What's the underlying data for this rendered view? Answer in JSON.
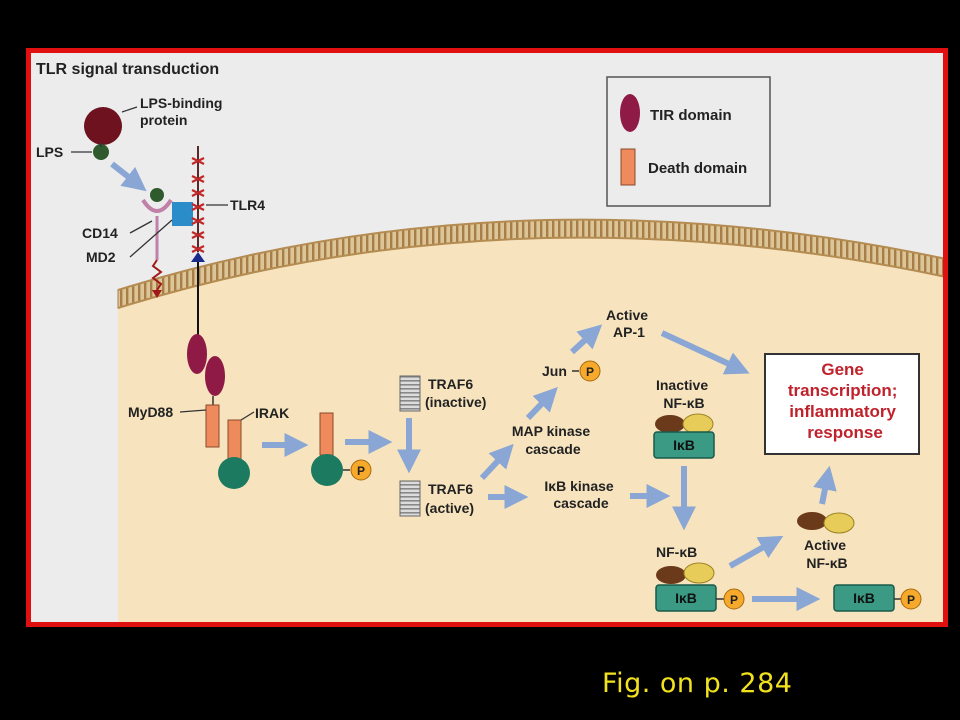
{
  "title": "TLR signal transduction",
  "legend": {
    "tir": "TIR domain",
    "death": "Death domain"
  },
  "labels": {
    "lps_binding_protein": [
      "LPS-binding",
      "protein"
    ],
    "lps": "LPS",
    "cd14": "CD14",
    "md2": "MD2",
    "tlr4": "TLR4",
    "myd88": "MyD88",
    "irak": "IRAK",
    "traf6_inactive": [
      "TRAF6",
      "(inactive)"
    ],
    "traf6_active": [
      "TRAF6",
      "(active)"
    ],
    "map_kinase": [
      "MAP kinase",
      "cascade"
    ],
    "ikb_kinase": [
      "IκB kinase",
      "cascade"
    ],
    "jun": "Jun",
    "active_ap1": [
      "Active",
      "AP-1"
    ],
    "inactive_nfkb": [
      "Inactive",
      "NF-κB"
    ],
    "nfkb": "NF-κB",
    "active_nfkb": [
      "Active",
      "NF-κB"
    ],
    "ikb": "IκB",
    "phospho": "P",
    "gene_box": [
      "Gene",
      "transcription;",
      "inflammatory",
      "response"
    ]
  },
  "caption": "Fig. on p. 284",
  "colors": {
    "frame": "#e01010",
    "panel": "#ececec",
    "cytoplasm": "#f7e4bf",
    "membrane": "#dcc596",
    "tir": "#8e1a45",
    "death": "#ee8a5c",
    "teal": "#1c7a60",
    "arrow": "#8aa6d4",
    "gene_text": "#c0222c",
    "phospho": "#f6a92a",
    "ikb_box": "#3a9a84",
    "brown": "#6a3a1a",
    "yellow": "#e8cc5a"
  }
}
